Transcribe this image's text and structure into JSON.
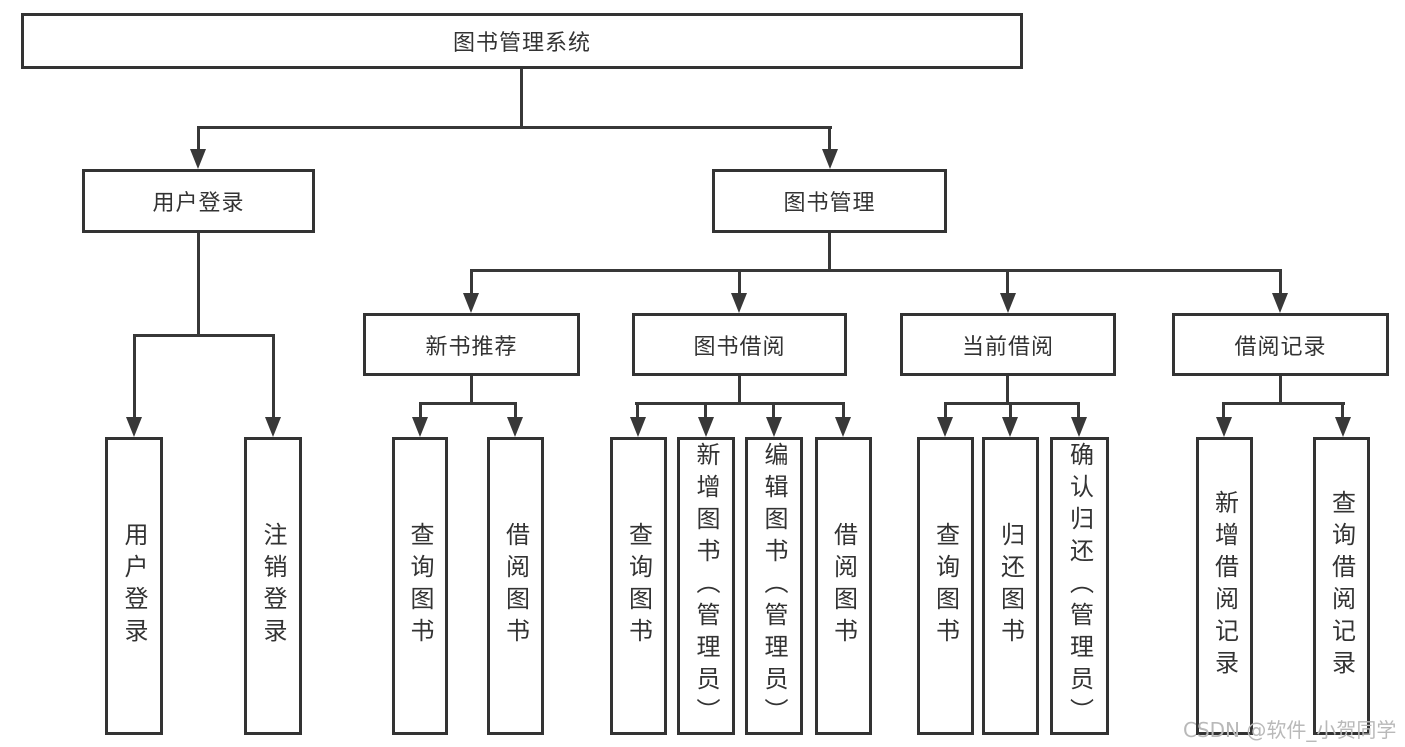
{
  "nodes": {
    "root": "图书管理系统",
    "user_login": "用户登录",
    "book_mgmt": "图书管理",
    "leaf_user_login": "用户登录",
    "leaf_logout": "注销登录",
    "new_book_rec": "新书推荐",
    "book_borrow": "图书借阅",
    "current_borrow": "当前借阅",
    "borrow_record": "借阅记录",
    "nbr_query_book": "查询图书",
    "nbr_borrow_book": "借阅图书",
    "bb_query_book": "查询图书",
    "bb_add_book": "新增图书（管理员）",
    "bb_edit_book": "编辑图书（管理员）",
    "bb_borrow_book": "借阅图书",
    "cb_query_book": "查询图书",
    "cb_return_book": "归还图书",
    "cb_confirm_return": "确认归还（管理员）",
    "br_add_record": "新增借阅记录",
    "br_query_record": "查询借阅记录"
  },
  "watermark": "CSDN @软件_小贺同学",
  "colors": {
    "line": "#383838",
    "border": "#333333",
    "text": "#333333",
    "watermark": "#b9b9b9",
    "background": "#ffffff"
  }
}
